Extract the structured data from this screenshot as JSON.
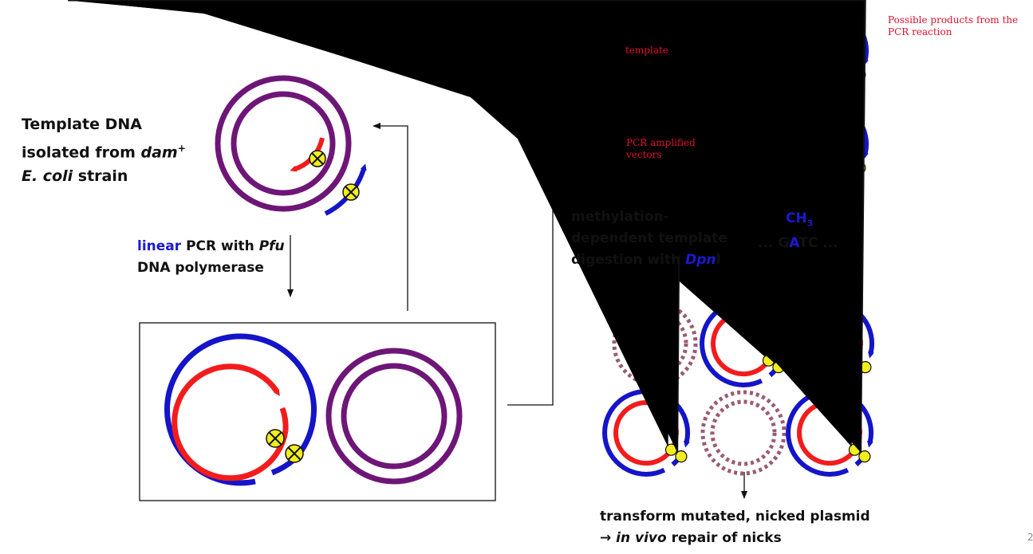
{
  "labels": {
    "template_line1": "Template DNA",
    "template_line2_pre": "isolated from ",
    "template_line2_italic": "dam",
    "template_line2_sup": "+",
    "template_line3_italic": "E. coli",
    "template_line3_post": " strain",
    "pcr_word_blue": "linear",
    "pcr_mid": " PCR with ",
    "pcr_italic": "Pfu",
    "pcr_line2": "DNA polymerase",
    "methyl_line1": "methylation-",
    "methyl_line2": "dependent template",
    "methyl_line3_pre": "digestion with ",
    "methyl_line3_italic": "Dpn",
    "methyl_line3_post": "I",
    "ch3_main": "CH",
    "ch3_sub": "3",
    "gatc_pre": "... G",
    "gatc_a": "A",
    "gatc_post": "TC ...",
    "possible_products": "Possible products from the PCR reaction",
    "template_small": "template",
    "pcr_amplified": "PCR amplified vectors",
    "transform_line1": "transform mutated, nicked plasmid",
    "transform_arrow": "→ ",
    "transform_italic": "in vivo",
    "transform_post": " repair of nicks",
    "page_number": "2"
  },
  "colors": {
    "template_dna": "#6e1677",
    "digested_template": "#9c5a73",
    "new_strand_red": "#f21c1c",
    "new_strand_blue": "#1414c8",
    "mutation_marker": "#f2ee1e",
    "text_blue": "#1a1ad0",
    "note_red": "#e0102a"
  },
  "icons": [
    "mutation-marker-icon",
    "arrow-icon"
  ]
}
